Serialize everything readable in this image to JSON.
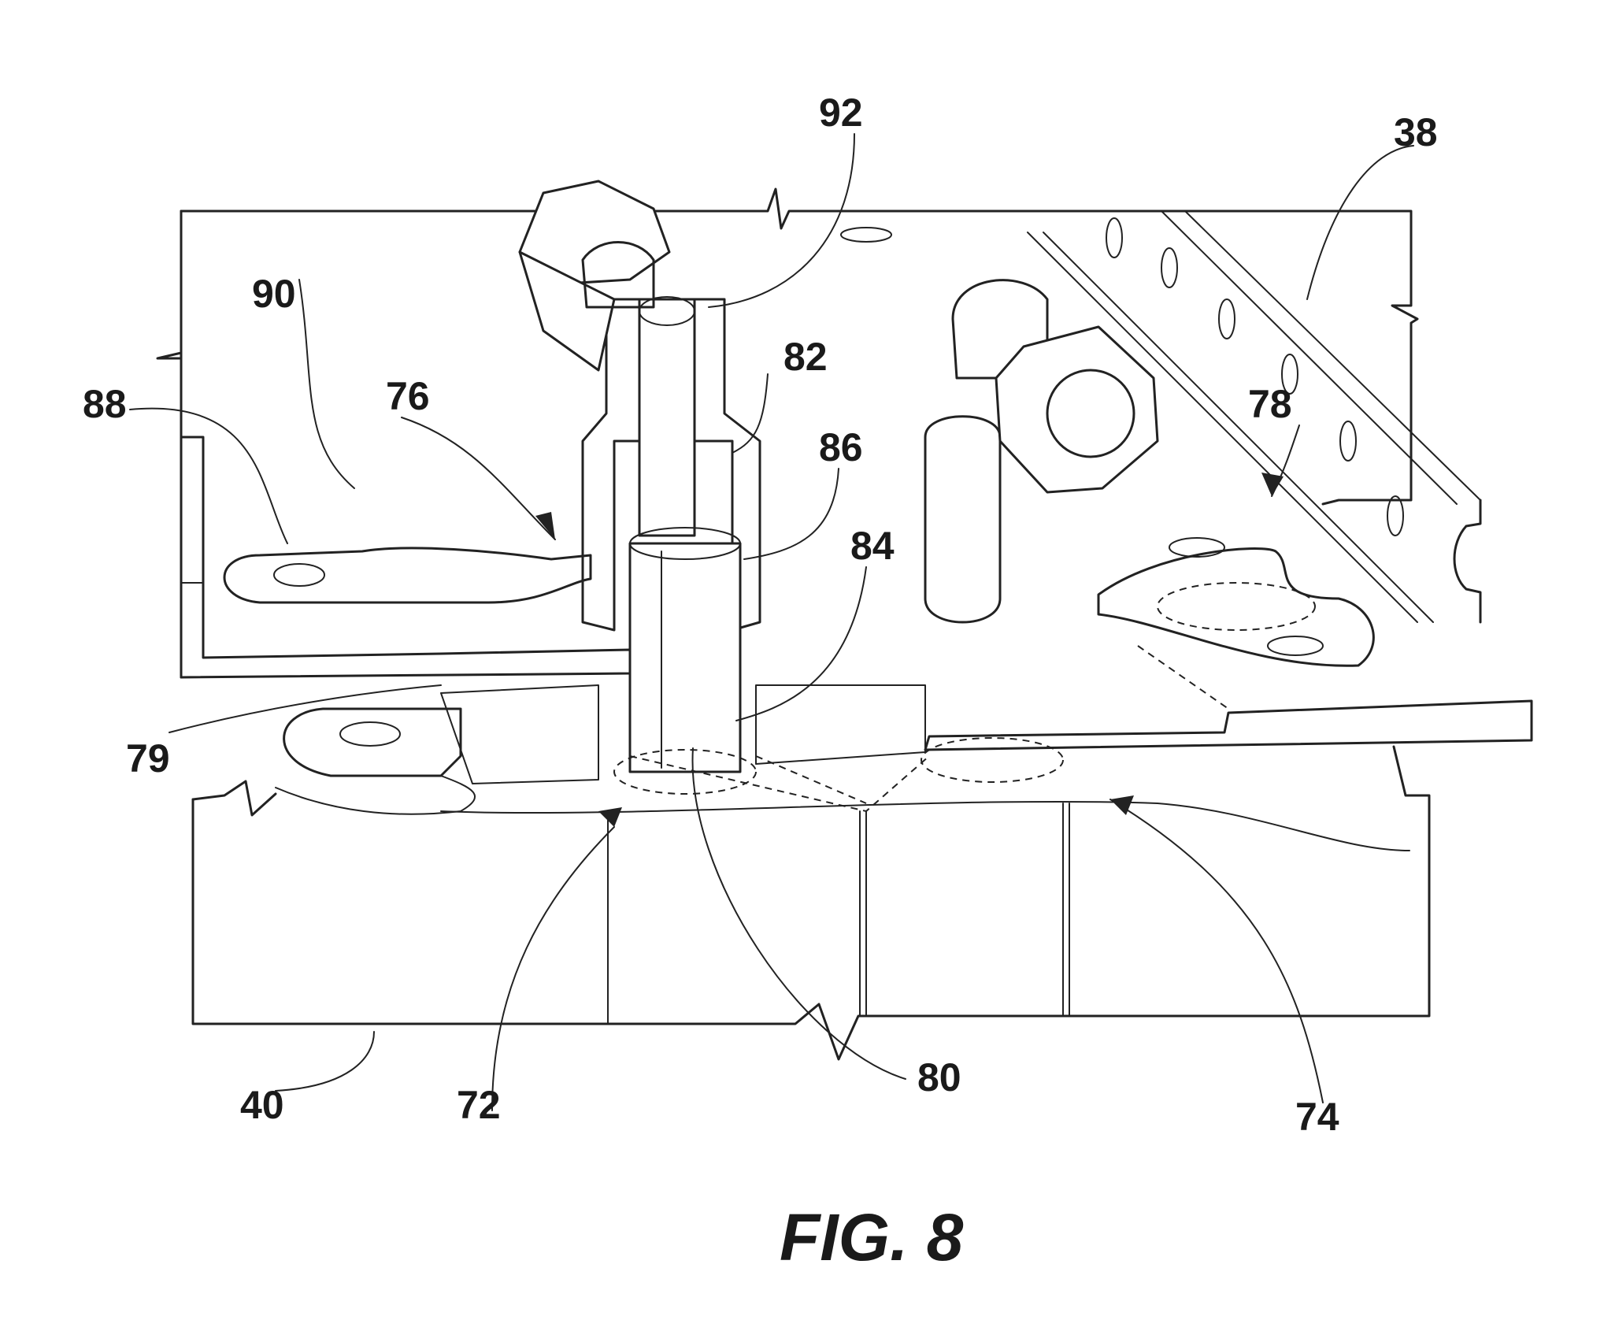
{
  "figure": {
    "caption": "FIG. 8",
    "colors": {
      "ink": "#222222",
      "paper": "#ffffff"
    }
  },
  "labels": {
    "r92": "92",
    "r38": "38",
    "r90": "90",
    "r82": "82",
    "r88": "88",
    "r76": "76",
    "r78": "78",
    "r86": "86",
    "r84": "84",
    "r79": "79",
    "r40": "40",
    "r72": "72",
    "r80": "80",
    "r74": "74"
  }
}
